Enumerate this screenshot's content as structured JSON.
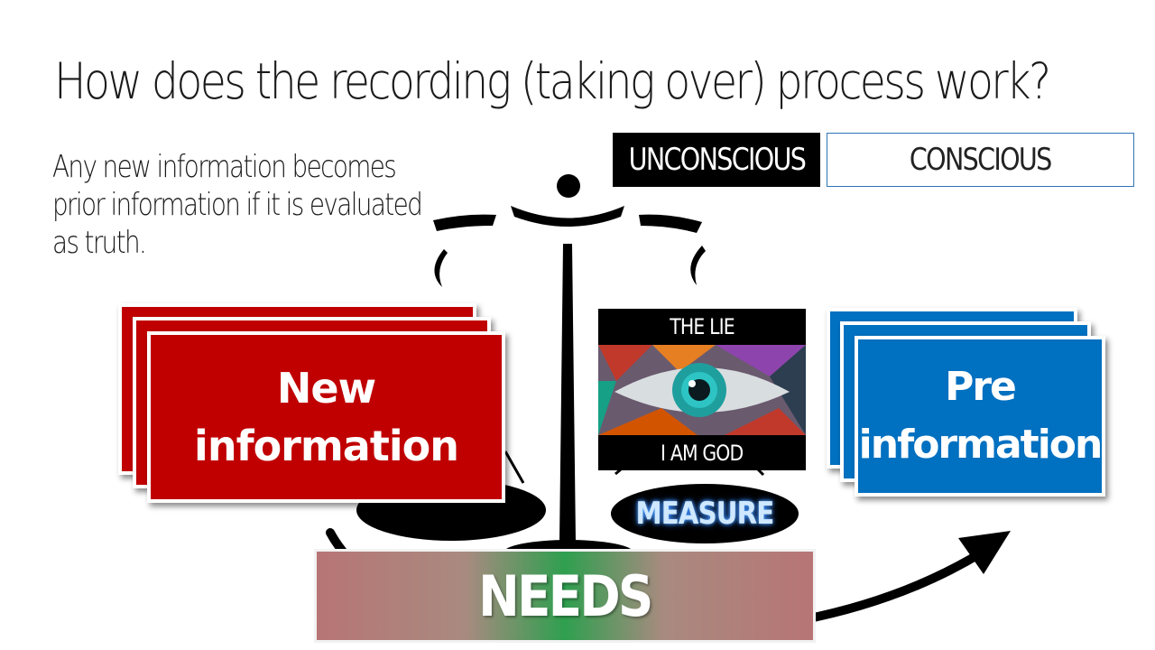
{
  "slide": {
    "title": "How does the recording (taking over) process work?",
    "subtitle": "Any new information becomes prior information if it is evaluated as truth."
  },
  "modes": {
    "unconscious": "UNCONSCIOUS",
    "conscious": "CONSCIOUS"
  },
  "cards": {
    "new_information": {
      "line1": "New",
      "line2": "information"
    },
    "pre_information": {
      "line1": "Pre",
      "line2": "information"
    }
  },
  "lie_panel": {
    "top_caption": "THE LIE",
    "bottom_caption": "I AM GOD"
  },
  "measure_label": "MEASURE",
  "needs_label": "NEEDS",
  "colors": {
    "new_card": "#c00000",
    "pre_card": "#0070c0",
    "conscious_border": "#2e75b6"
  },
  "icons": {
    "scale": "balance-scale-icon",
    "arrow": "curved-arrow-icon",
    "eye": "eye-icon"
  }
}
